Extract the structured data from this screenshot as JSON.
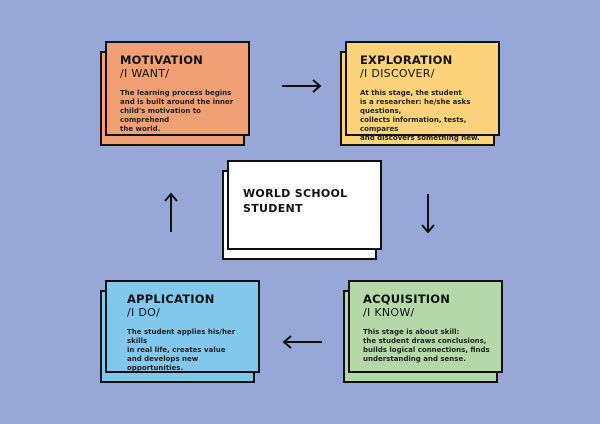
{
  "colors": {
    "background": "#97a8d8",
    "motivation": "#f0a074",
    "exploration": "#fcd27a",
    "application": "#82c8ec",
    "acquisition": "#b4d8a8",
    "center": "#ffffff"
  },
  "center": {
    "title": "WORLD SCHOOL\nSTUDENT"
  },
  "boxes": {
    "motivation": {
      "title": "MOTIVATION",
      "subtitle": "/I WANT/",
      "text": "The learning process begins\nand is built around the inner\nchild's motivation to comprehend\nthe world."
    },
    "exploration": {
      "title": "EXPLORATION",
      "subtitle": "/I DISCOVER/",
      "text": "At this stage, the student\nis a researcher: he/she asks questions,\ncollects information, tests, compares\nand discovers something new."
    },
    "application": {
      "title": "APPLICATION",
      "subtitle": "/I DO/",
      "text": "The student applies his/her skills\nin real life, creates value\nand develops new opportunities."
    },
    "acquisition": {
      "title": "ACQUISITION",
      "subtitle": "/I KNOW/",
      "text": "This stage is about skill:\nthe student draws conclusions,\nbuilds logical connections, finds\nunderstanding and sense."
    }
  },
  "arrows": [
    {
      "from": "motivation",
      "to": "exploration",
      "direction": "right"
    },
    {
      "from": "exploration",
      "to": "acquisition",
      "direction": "down"
    },
    {
      "from": "acquisition",
      "to": "application",
      "direction": "left"
    },
    {
      "from": "application",
      "to": "motivation",
      "direction": "up"
    }
  ]
}
